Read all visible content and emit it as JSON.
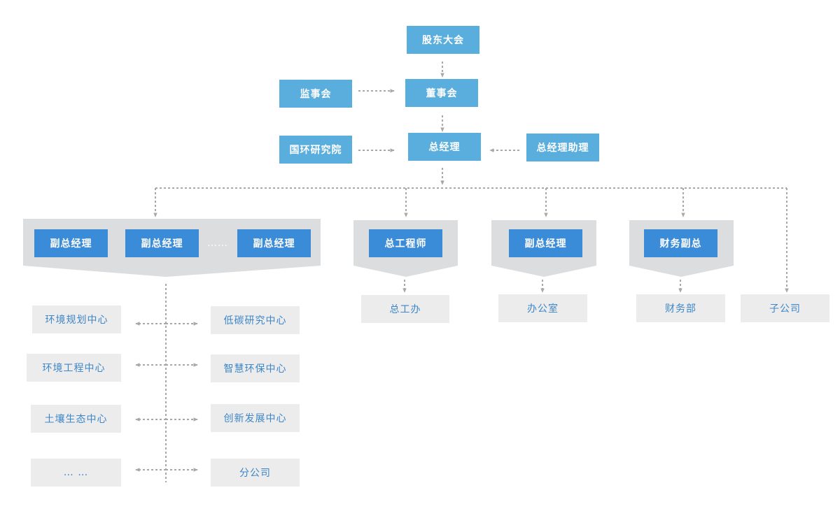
{
  "top": {
    "shareholders": "股东大会",
    "supervisors": "监事会",
    "board": "董事会",
    "institute": "国环研究院",
    "gm": "总经理",
    "gm_assistant": "总经理助理"
  },
  "group1": {
    "vp1": "副总经理",
    "vp2": "副总经理",
    "ellipsis": "……",
    "vp3": "副总经理"
  },
  "centers": {
    "left": [
      "环境规划中心",
      "环境工程中心",
      "土壤生态中心",
      "… …"
    ],
    "right": [
      "低碳研究中心",
      "智慧环保中心",
      "创新发展中心",
      "分公司"
    ]
  },
  "branches": {
    "chief_engineer": "总工程师",
    "chief_engineer_office": "总工办",
    "vp": "副总经理",
    "office": "办公室",
    "finance_vp": "财务副总",
    "finance_dept": "财务部",
    "subsidiary": "子公司"
  },
  "colors": {
    "light_blue": "#5aaedd",
    "dark_blue": "#3a8bd8",
    "gray_box": "#ececec",
    "gray_panel": "#dcdddf",
    "connector": "#a8a8a8",
    "gray_text": "#3d86c8"
  }
}
